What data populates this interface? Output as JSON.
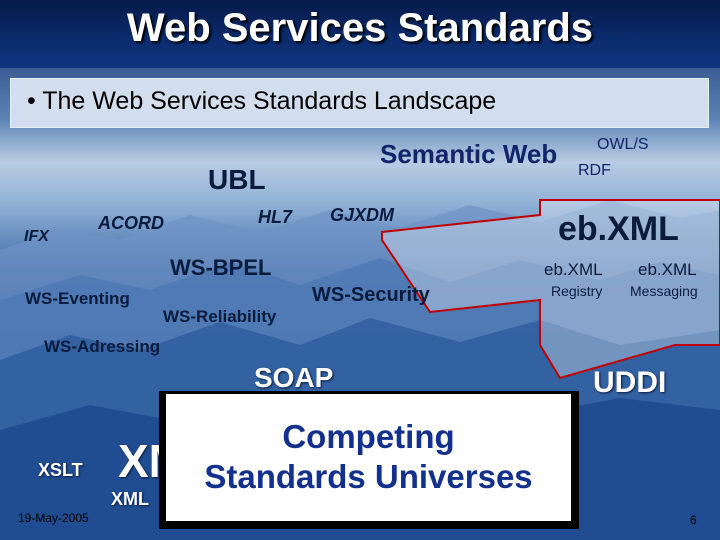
{
  "title": "Web Services Standards",
  "bullet": "• The Web Services Standards Landscape",
  "labels": {
    "semantic_web": "Semantic Web",
    "owl_s": "OWL/S",
    "rdf": "RDF",
    "ubl": "UBL",
    "gjxdm": "GJXDM",
    "hl7": "HL7",
    "acord": "ACORD",
    "ifx": "IFX",
    "ws_bpel": "WS-BPEL",
    "ws_eventing": "WS-Eventing",
    "ws_reliability": "WS-Reliability",
    "ws_security": "WS-Security",
    "ws_adressing": "WS-Adressing",
    "soap": "SOAP",
    "xslt": "XSLT",
    "xml_big": "XML",
    "xml_small": "XML",
    "ebxml_big": "eb.XML",
    "ebxml_registry_title": "eb.XML",
    "ebxml_registry_sub": "Registry",
    "ebxml_messaging_title": "eb.XML",
    "ebxml_messaging_sub": "Messaging",
    "uddi": "UDDI"
  },
  "overlay": {
    "line1": "Competing",
    "line2": "Standards Universes"
  },
  "footer": {
    "date": "19-May-2005",
    "page": "6"
  },
  "colors": {
    "title_bar": "#0b2c6e",
    "bullet_box": "#d2deed",
    "overlay_text": "#12308c",
    "callout_fill": "#ffffff",
    "callout_stroke": "#c00000"
  }
}
